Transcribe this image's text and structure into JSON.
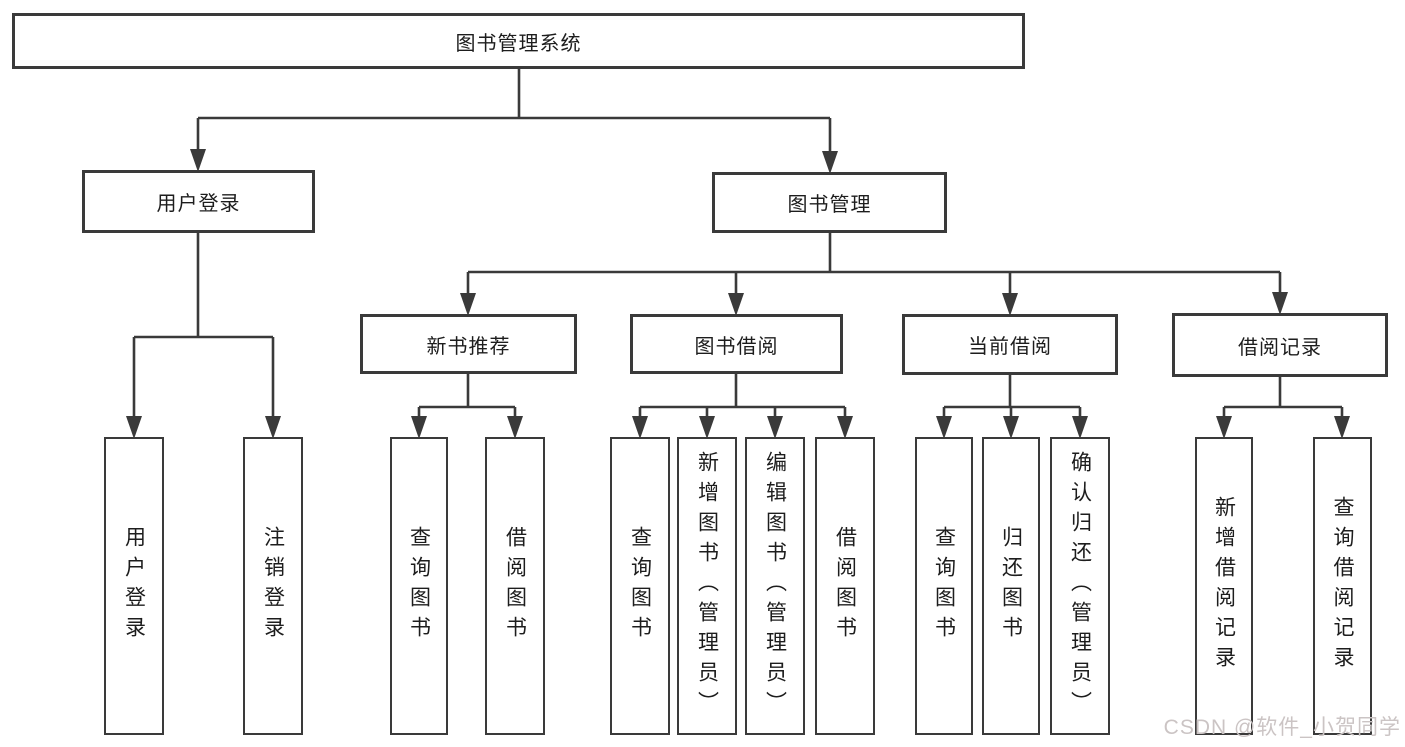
{
  "tree": {
    "label": "图书管理系统",
    "children": [
      {
        "label": "用户登录",
        "children": [
          {
            "label": "用户登录"
          },
          {
            "label": "注销登录"
          }
        ]
      },
      {
        "label": "图书管理",
        "children": [
          {
            "label": "新书推荐",
            "children": [
              {
                "label": "查询图书"
              },
              {
                "label": "借阅图书"
              }
            ]
          },
          {
            "label": "图书借阅",
            "children": [
              {
                "label": "查询图书"
              },
              {
                "label": "新增图书（管理员）"
              },
              {
                "label": "编辑图书（管理员）"
              },
              {
                "label": "借阅图书"
              }
            ]
          },
          {
            "label": "当前借阅",
            "children": [
              {
                "label": "查询图书"
              },
              {
                "label": "归还图书"
              },
              {
                "label": "确认归还（管理员）"
              }
            ]
          },
          {
            "label": "借阅记录",
            "children": [
              {
                "label": "新增借阅记录"
              },
              {
                "label": "查询借阅记录"
              }
            ]
          }
        ]
      }
    ]
  },
  "watermark": {
    "text": "CSDN @软件_小贺同学"
  },
  "colors": {
    "line": "#3a3a3a",
    "box_border": "#3a3a3a",
    "text": "#1d1d1d",
    "watermark": "#cbc4c4",
    "background": "#ffffff"
  }
}
